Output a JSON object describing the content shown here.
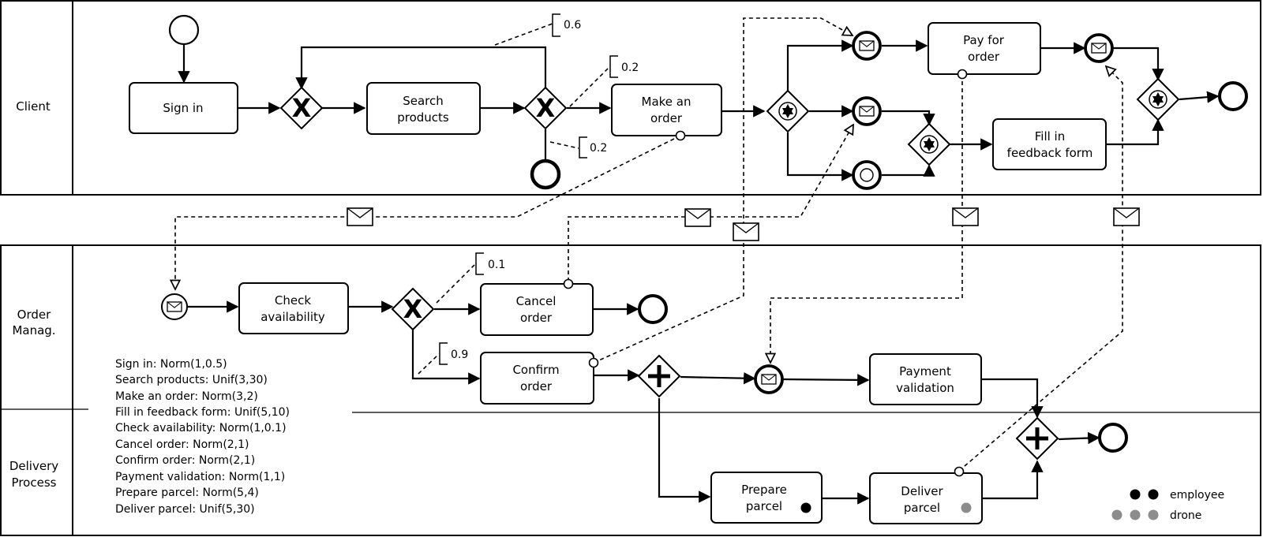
{
  "lanes": {
    "client": "Client",
    "order_manag": [
      "Order",
      "Manag."
    ],
    "delivery": [
      "Delivery",
      "Process"
    ]
  },
  "tasks": {
    "sign_in": [
      "Sign in"
    ],
    "search_products": [
      "Search",
      "products"
    ],
    "make_order": [
      "Make an",
      "order"
    ],
    "pay_order": [
      "Pay for",
      "order"
    ],
    "feedback": [
      "Fill in",
      "feedback form"
    ],
    "check_avail": [
      "Check",
      "availability"
    ],
    "cancel_order": [
      "Cancel",
      "order"
    ],
    "confirm_order": [
      "Confirm",
      "order"
    ],
    "payment_validation": [
      "Payment",
      "validation"
    ],
    "prepare_parcel": [
      "Prepare",
      "parcel"
    ],
    "deliver_parcel": [
      "Deliver",
      "parcel"
    ]
  },
  "probabilities": {
    "p_loop": "0.6",
    "p_make": "0.2",
    "p_end": "0.2",
    "p_cancel": "0.1",
    "p_confirm": "0.9"
  },
  "distributions": [
    "Sign in: Norm(1,0.5)",
    "Search products: Unif(3,30)",
    "Make an order: Norm(3,2)",
    "Fill in feedback form: Unif(5,10)",
    "Check availability: Norm(1,0.1)",
    "Cancel order: Norm(2,1)",
    "Confirm order: Norm(2,1)",
    "Payment validation: Norm(1,1)",
    "Prepare parcel: Norm(5,4)",
    "Deliver parcel: Unif(5,30)"
  ],
  "legend": {
    "employee": "employee",
    "drone": "drone",
    "employee_color": "#000000",
    "drone_color": "#8c8c8c"
  }
}
